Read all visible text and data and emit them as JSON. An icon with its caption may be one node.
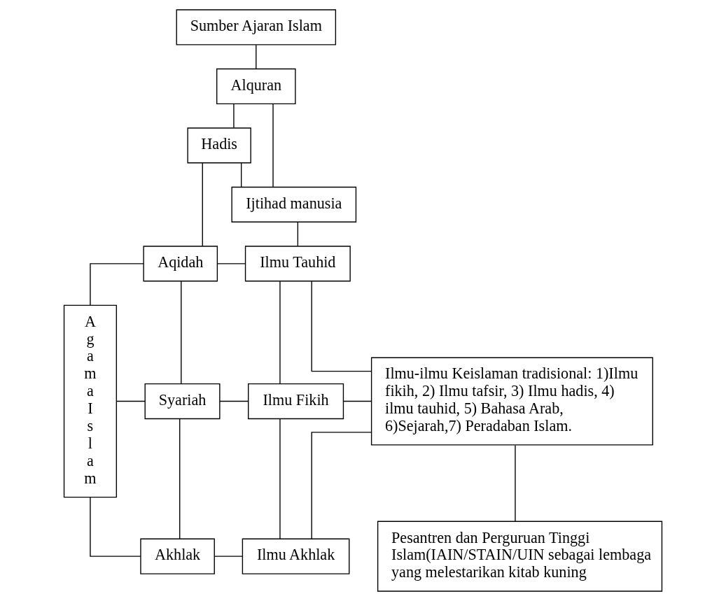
{
  "diagram": {
    "nodes": [
      {
        "text": [
          "Sumber Ajaran Islam"
        ]
      },
      {
        "text": [
          "Alquran"
        ]
      },
      {
        "text": [
          "Hadis"
        ]
      },
      {
        "text": [
          "Ijtihad manusia"
        ]
      },
      {
        "text": [
          "Agama Islam"
        ]
      },
      {
        "text": [
          "Aqidah"
        ]
      },
      {
        "text": [
          "Ilmu Tauhid"
        ]
      },
      {
        "text": [
          "Syariah"
        ]
      },
      {
        "text": [
          "Ilmu Fikih"
        ]
      },
      {
        "text": [
          "Akhlak"
        ]
      },
      {
        "text": [
          "Ilmu Akhlak"
        ]
      },
      {
        "text": [
          "Ilmu-ilmu Keislaman tradisional: 1)Ilmu fikih, 2) Ilmu tafsir, 3) Ilmu hadis, 4) ilmu tauhid, 5) Bahasa Arab, 6)Sejarah,7) Peradaban Islam."
        ]
      },
      {
        "text": [
          "Pesantren dan Perguruan Tinggi Islam(IAIN/STAIN/UIN sebagai lembaga yang melestarikan kitab kuning"
        ]
      }
    ],
    "edges": [
      {
        "from": 0,
        "to": 1,
        "arrow": "none"
      },
      {
        "from": 1,
        "to": 2,
        "arrow": "none"
      },
      {
        "from": 1,
        "to": 3,
        "arrow": "none"
      },
      {
        "from": 2,
        "to": 3,
        "arrow": "none"
      },
      {
        "from": 2,
        "to": 5,
        "arrow": "none"
      },
      {
        "from": 3,
        "to": 6,
        "arrow": "none"
      },
      {
        "from": 5,
        "to": 6,
        "arrow": "none"
      },
      {
        "from": 5,
        "to": 7,
        "arrow": "none"
      },
      {
        "from": 6,
        "to": 8,
        "arrow": "none"
      },
      {
        "from": 7,
        "to": 8,
        "arrow": "none"
      },
      {
        "from": 7,
        "to": 9,
        "arrow": "none"
      },
      {
        "from": 8,
        "to": 10,
        "arrow": "none"
      },
      {
        "from": 9,
        "to": 10,
        "arrow": "none"
      },
      {
        "from": 4,
        "to": 5,
        "arrow": "none"
      },
      {
        "from": 4,
        "to": 7,
        "arrow": "none"
      },
      {
        "from": 4,
        "to": 9,
        "arrow": "none"
      },
      {
        "from": 6,
        "to": 11,
        "arrow": "none"
      },
      {
        "from": 8,
        "to": 11,
        "arrow": "none"
      },
      {
        "from": 10,
        "to": 11,
        "arrow": "none"
      },
      {
        "from": 11,
        "to": 12,
        "arrow": "none"
      }
    ]
  }
}
